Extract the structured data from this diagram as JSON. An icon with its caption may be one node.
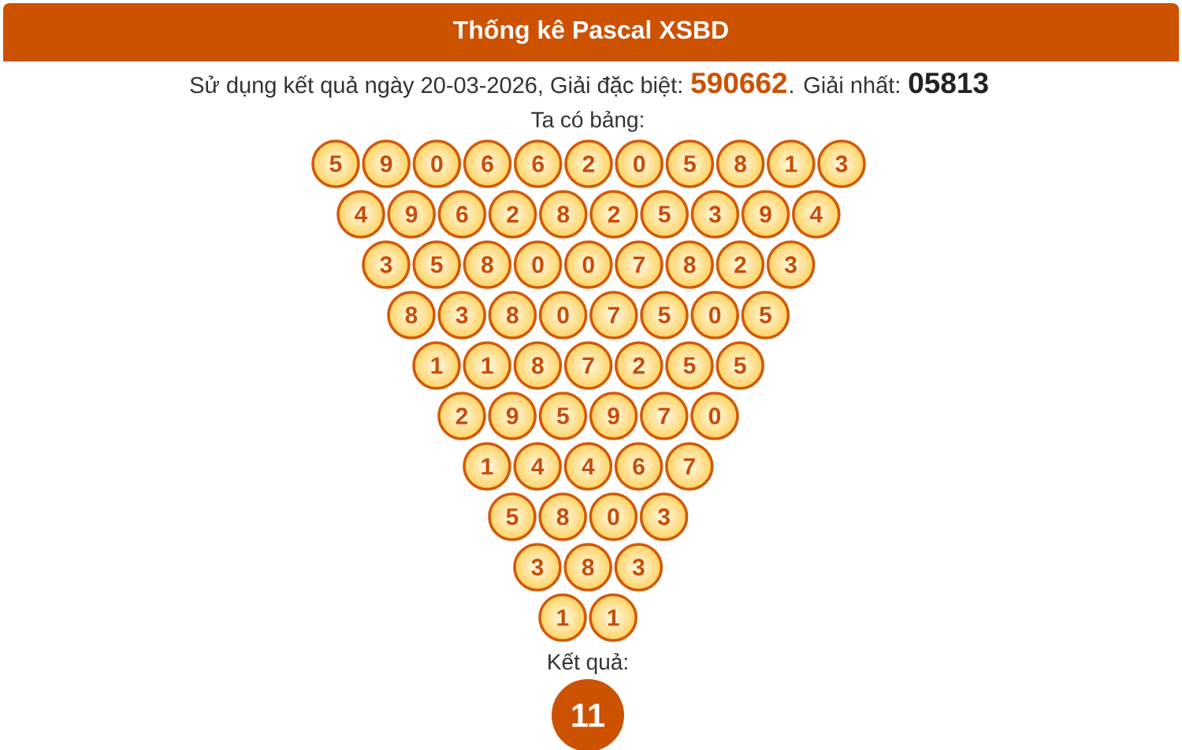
{
  "diagram": {
    "title": "Thống kê Pascal XSBD",
    "nodes": [
      {
        "text": [
          "5"
        ]
      },
      {
        "text": [
          "9"
        ]
      },
      {
        "text": [
          "0"
        ]
      },
      {
        "text": [
          "6"
        ]
      },
      {
        "text": [
          "6"
        ]
      },
      {
        "text": [
          "2"
        ]
      },
      {
        "text": [
          "0"
        ]
      },
      {
        "text": [
          "5"
        ]
      },
      {
        "text": [
          "8"
        ]
      },
      {
        "text": [
          "1"
        ]
      },
      {
        "text": [
          "3"
        ]
      },
      {
        "text": [
          "4"
        ]
      },
      {
        "text": [
          "9"
        ]
      },
      {
        "text": [
          "6"
        ]
      },
      {
        "text": [
          "2"
        ]
      },
      {
        "text": [
          "8"
        ]
      },
      {
        "text": [
          "2"
        ]
      },
      {
        "text": [
          "5"
        ]
      },
      {
        "text": [
          "3"
        ]
      },
      {
        "text": [
          "9"
        ]
      },
      {
        "text": [
          "4"
        ]
      },
      {
        "text": [
          "3"
        ]
      },
      {
        "text": [
          "5"
        ]
      },
      {
        "text": [
          "8"
        ]
      },
      {
        "text": [
          "0"
        ]
      },
      {
        "text": [
          "0"
        ]
      },
      {
        "text": [
          "7"
        ]
      },
      {
        "text": [
          "8"
        ]
      },
      {
        "text": [
          "2"
        ]
      },
      {
        "text": [
          "3"
        ]
      },
      {
        "text": [
          "8"
        ]
      },
      {
        "text": [
          "3"
        ]
      },
      {
        "text": [
          "8"
        ]
      },
      {
        "text": [
          "0"
        ]
      },
      {
        "text": [
          "7"
        ]
      },
      {
        "text": [
          "5"
        ]
      },
      {
        "text": [
          "0"
        ]
      },
      {
        "text": [
          "5"
        ]
      },
      {
        "text": [
          "1"
        ]
      },
      {
        "text": [
          "1"
        ]
      },
      {
        "text": [
          "8"
        ]
      },
      {
        "text": [
          "7"
        ]
      },
      {
        "text": [
          "2"
        ]
      },
      {
        "text": [
          "5"
        ]
      },
      {
        "text": [
          "5"
        ]
      },
      {
        "text": [
          "2"
        ]
      },
      {
        "text": [
          "9"
        ]
      },
      {
        "text": [
          "5"
        ]
      },
      {
        "text": [
          "9"
        ]
      },
      {
        "text": [
          "7"
        ]
      },
      {
        "text": [
          "0"
        ]
      },
      {
        "text": [
          "1"
        ]
      },
      {
        "text": [
          "4"
        ]
      },
      {
        "text": [
          "4"
        ]
      },
      {
        "text": [
          "6"
        ]
      },
      {
        "text": [
          "7"
        ]
      },
      {
        "text": [
          "5"
        ]
      },
      {
        "text": [
          "8"
        ]
      },
      {
        "text": [
          "0"
        ]
      },
      {
        "text": [
          "3"
        ]
      },
      {
        "text": [
          "3"
        ]
      },
      {
        "text": [
          "8"
        ]
      },
      {
        "text": [
          "3"
        ]
      },
      {
        "text": [
          "1"
        ]
      },
      {
        "text": [
          "1"
        ]
      },
      {
        "text": [
          "11"
        ]
      }
    ],
    "labels": [
      "Sử dụng kết quả ngày 20-03-2026, Giải đặc biệt:",
      "590662",
      ". Giải nhất:",
      "05813",
      "Ta có bảng:",
      "Kết quả:"
    ]
  }
}
